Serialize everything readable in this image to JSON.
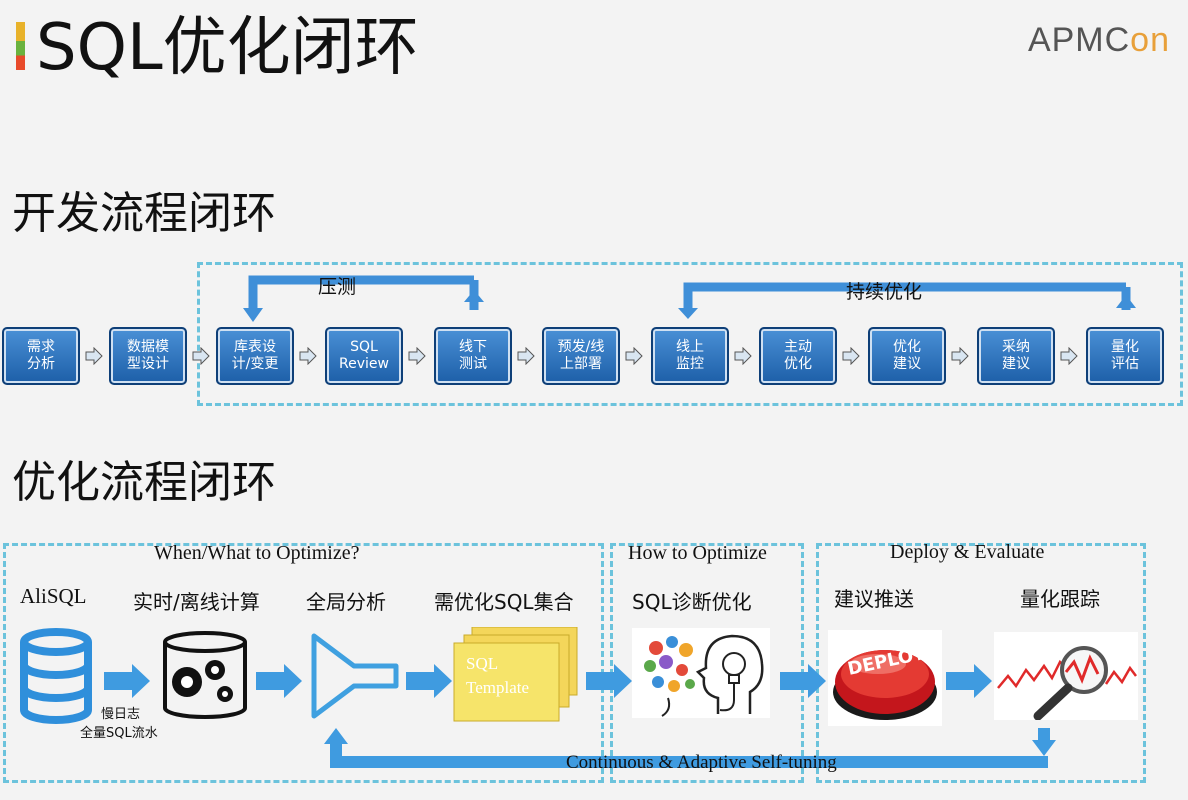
{
  "title": "SQL优化闭环",
  "logo": {
    "part1": "APMC",
    "part2": "on"
  },
  "dev": {
    "heading": "开发流程闭环",
    "steps": [
      {
        "line1": "需求",
        "line2": "分析"
      },
      {
        "line1": "数据模",
        "line2": "型设计"
      },
      {
        "line1": "库表设",
        "line2": "计/变更"
      },
      {
        "line1": "SQL",
        "line2": "Review"
      },
      {
        "line1": "线下",
        "line2": "测试"
      },
      {
        "line1": "预发/线",
        "line2": "上部署"
      },
      {
        "line1": "线上",
        "line2": "监控"
      },
      {
        "line1": "主动",
        "line2": "优化"
      },
      {
        "line1": "优化",
        "line2": "建议"
      },
      {
        "line1": "采纳",
        "line2": "建议"
      },
      {
        "line1": "量化",
        "line2": "评估"
      }
    ],
    "loop1": "压测",
    "loop2": "持续优化"
  },
  "opt": {
    "heading": "优化流程闭环",
    "group1": "When/What to Optimize?",
    "group2": "How to Optimize",
    "group3": "Deploy & Evaluate",
    "alisql": "AliSQL",
    "realtime": "实时/离线计算",
    "global": "全局分析",
    "set": "需优化SQL集合",
    "diag": "SQL诊断优化",
    "push": "建议推送",
    "track": "量化跟踪",
    "slowlog": "慢日志",
    "fullsql": "全量SQL流水",
    "template1": "SQL",
    "template2": "Template",
    "deploy": "DEPLOY!",
    "loop": "Continuous & Adaptive Self-tuning"
  }
}
